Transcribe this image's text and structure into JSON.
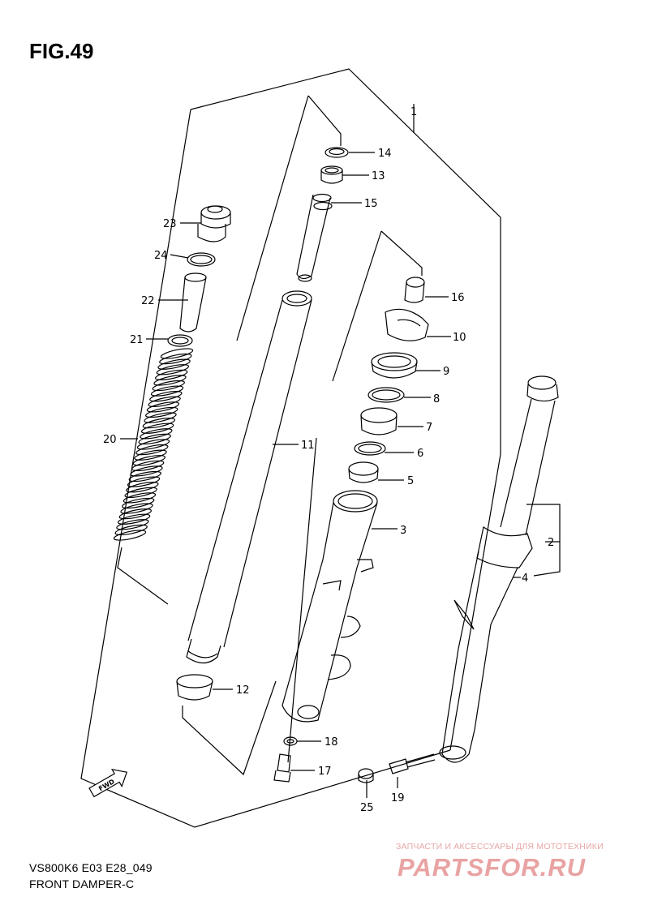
{
  "figure": {
    "title": "FIG.49"
  },
  "parts": [
    {
      "id": "1",
      "label": "1"
    },
    {
      "id": "2",
      "label": "2"
    },
    {
      "id": "3",
      "label": "3"
    },
    {
      "id": "4",
      "label": "4"
    },
    {
      "id": "5",
      "label": "5"
    },
    {
      "id": "6",
      "label": "6"
    },
    {
      "id": "7",
      "label": "7"
    },
    {
      "id": "8",
      "label": "8"
    },
    {
      "id": "9",
      "label": "9"
    },
    {
      "id": "10",
      "label": "10"
    },
    {
      "id": "11",
      "label": "11"
    },
    {
      "id": "12",
      "label": "12"
    },
    {
      "id": "13",
      "label": "13"
    },
    {
      "id": "14",
      "label": "14"
    },
    {
      "id": "15",
      "label": "15"
    },
    {
      "id": "16",
      "label": "16"
    },
    {
      "id": "17",
      "label": "17"
    },
    {
      "id": "18",
      "label": "18"
    },
    {
      "id": "19",
      "label": "19"
    },
    {
      "id": "20",
      "label": "20"
    },
    {
      "id": "21",
      "label": "21"
    },
    {
      "id": "22",
      "label": "22"
    },
    {
      "id": "23",
      "label": "23"
    },
    {
      "id": "24",
      "label": "24"
    },
    {
      "id": "25",
      "label": "25"
    }
  ],
  "direction_arrow": {
    "label": "FWD",
    "icon": "forward-arrow-icon"
  },
  "footer": {
    "code": "VS800K6 E03 E28_049",
    "name": "FRONT DAMPER-C"
  },
  "watermark": {
    "tagline": "ЗАПЧАСТИ И АКСЕССУАРЫ ДЛЯ МОТОТЕХНИКИ",
    "logo": "PARTSFOR.RU",
    "color": "#e9a3a3"
  }
}
